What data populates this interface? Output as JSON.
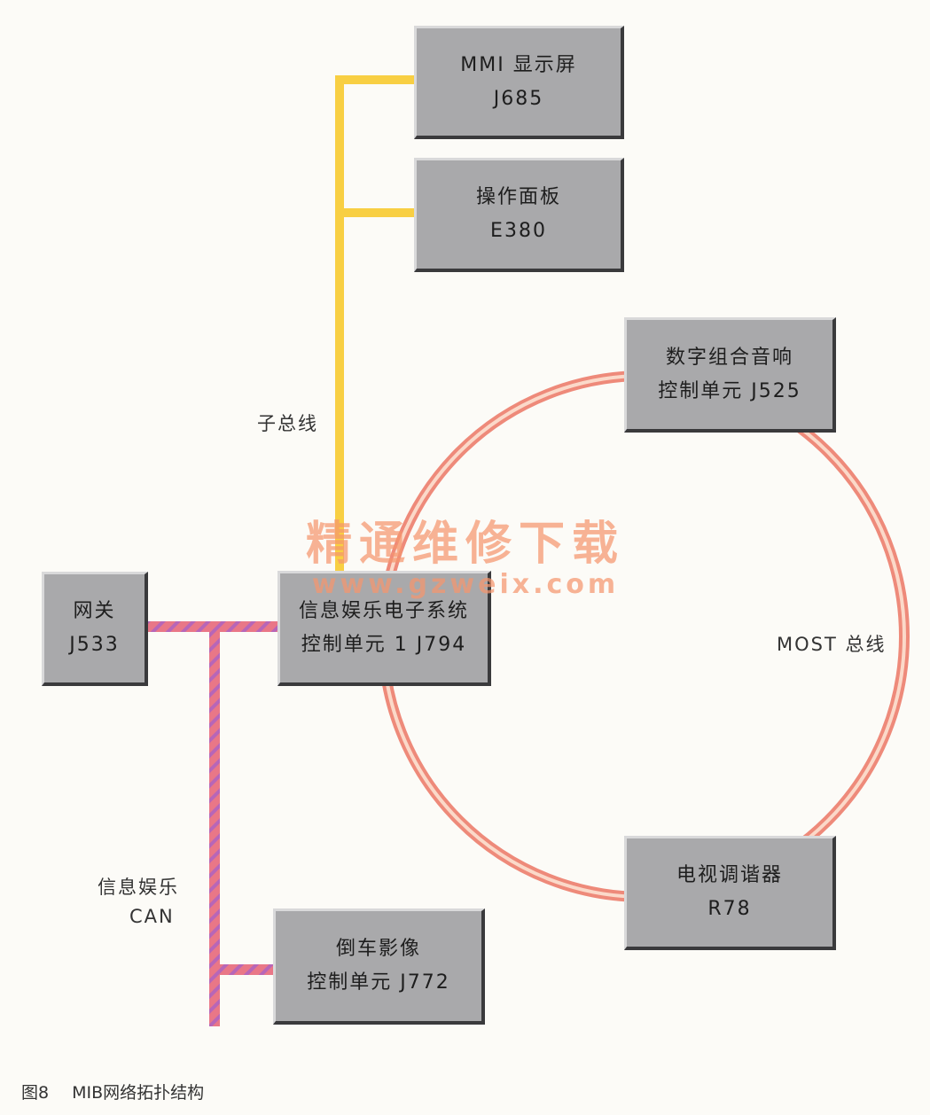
{
  "colors": {
    "sub_bus": "#f8cf43",
    "most_ring": "#ee8a7a",
    "most_ring_inner": "#fbd9c9",
    "can_bus": "#e97787",
    "can_stripe": "#b766b8",
    "node_fill": "#a9a9ab"
  },
  "nodes": {
    "mmi_display": {
      "line1": "MMI 显示屏",
      "line2": "J685"
    },
    "control_panel": {
      "line1": "操作面板",
      "line2": "E380"
    },
    "digital_audio": {
      "line1": "数字组合音响",
      "line2": "控制单元 J525"
    },
    "gateway": {
      "line1": "网关",
      "line2": "J533"
    },
    "infotainment_unit": {
      "line1": "信息娱乐电子系统",
      "line2": "控制单元 1 J794"
    },
    "tv_tuner": {
      "line1": "电视调谐器",
      "line2": "R78"
    },
    "rear_camera": {
      "line1": "倒车影像",
      "line2": "控制单元 J772"
    }
  },
  "labels": {
    "sub_bus": "子总线",
    "most_bus": "MOST 总线",
    "can_line1": "信息娱乐",
    "can_line2": "CAN"
  },
  "watermark": {
    "title": "精通维修下载",
    "url": "www.gzweix.com"
  },
  "caption": {
    "figure": "图8",
    "title": "MIB网络拓扑结构"
  }
}
